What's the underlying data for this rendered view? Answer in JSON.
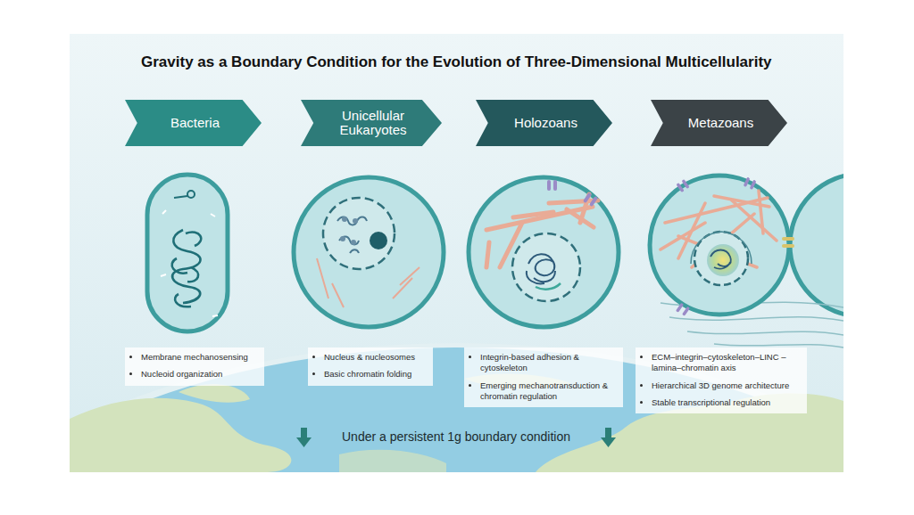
{
  "diagram": {
    "title": "Gravity as a Boundary Condition for the Evolution of Three-Dimensional Multicellularity",
    "nodes": [
      {
        "text": [
          "Bacteria"
        ]
      },
      {
        "text": [
          "Unicellular Eukaryotes"
        ]
      },
      {
        "text": [
          "Holozoans"
        ]
      },
      {
        "text": [
          "Metazoans"
        ]
      },
      {
        "text": [
          "Membrane mechanosensing",
          "Nucleoid organization"
        ]
      },
      {
        "text": [
          "Nucleus & nucleosomes",
          "Basic chromatin folding"
        ]
      },
      {
        "text": [
          "Integrin-based adhesion & cytoskeleton",
          "Emerging mechanotransduction & chromatin regulation"
        ]
      },
      {
        "text": [
          "ECM–integrin–cytoskeleton–LINC –lamina–chromatin axis",
          "Hierarchical 3D genome architecture",
          "Stable transcriptional regulation"
        ]
      }
    ],
    "labels": [
      "Under a persistent 1g boundary condition"
    ]
  }
}
